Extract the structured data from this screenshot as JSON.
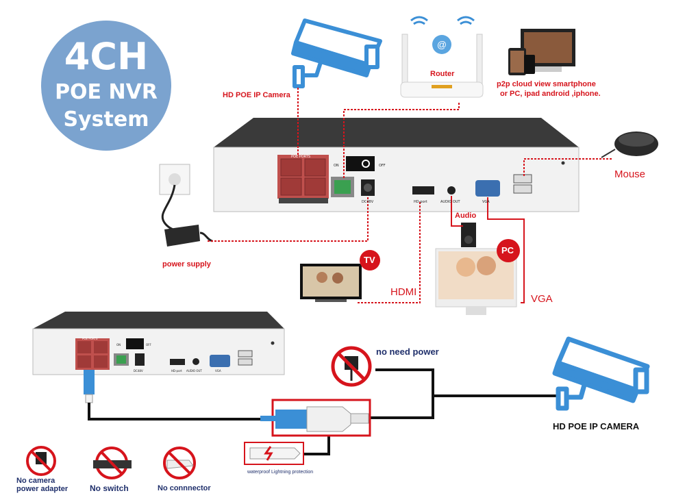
{
  "badge": {
    "line1": "4CH",
    "line2": "POE NVR",
    "line3": "System"
  },
  "labels": {
    "camera_top": "HD POE IP Camera",
    "router": "Router",
    "p2p_line1": "p2p cloud  view smartphone",
    "p2p_line2": "or PC, ipad android ,iphone.",
    "mouse": "Mouse",
    "power_supply": "power supply",
    "audio": "Audio",
    "tv": "TV",
    "pc": "PC",
    "hdmi": "HDMI",
    "vga": "VGA",
    "no_need_power": "no need power",
    "camera_bottom": "HD POE IP CAMERA",
    "waterproof": "waterproof Lightning protection",
    "no_adapter_line1": "No camera",
    "no_adapter_line2": "power adapter",
    "no_switch": "No switch",
    "no_connector": "No connnector"
  },
  "panel_top": {
    "poe_ports": "POE PORTS",
    "on": "ON",
    "off": "OFF",
    "dc": "DC48V",
    "hd_port": "HD-port",
    "audio_out": "AUDIO OUT",
    "vga": "VGA"
  },
  "panel_bottom": {
    "poe_ports": "POE PORTS",
    "on": "ON",
    "off": "OFF",
    "dc": "DC48V",
    "hd_port": "HD-port",
    "audio_out": "AUDIO OUT",
    "vga": "VGA"
  },
  "colors": {
    "badge": "#7ba3cf",
    "accent_red": "#d6141c",
    "camera_blue": "#3b8fd6",
    "nvr_top": "#3a3a3a",
    "panel": "#f2f2f2"
  }
}
